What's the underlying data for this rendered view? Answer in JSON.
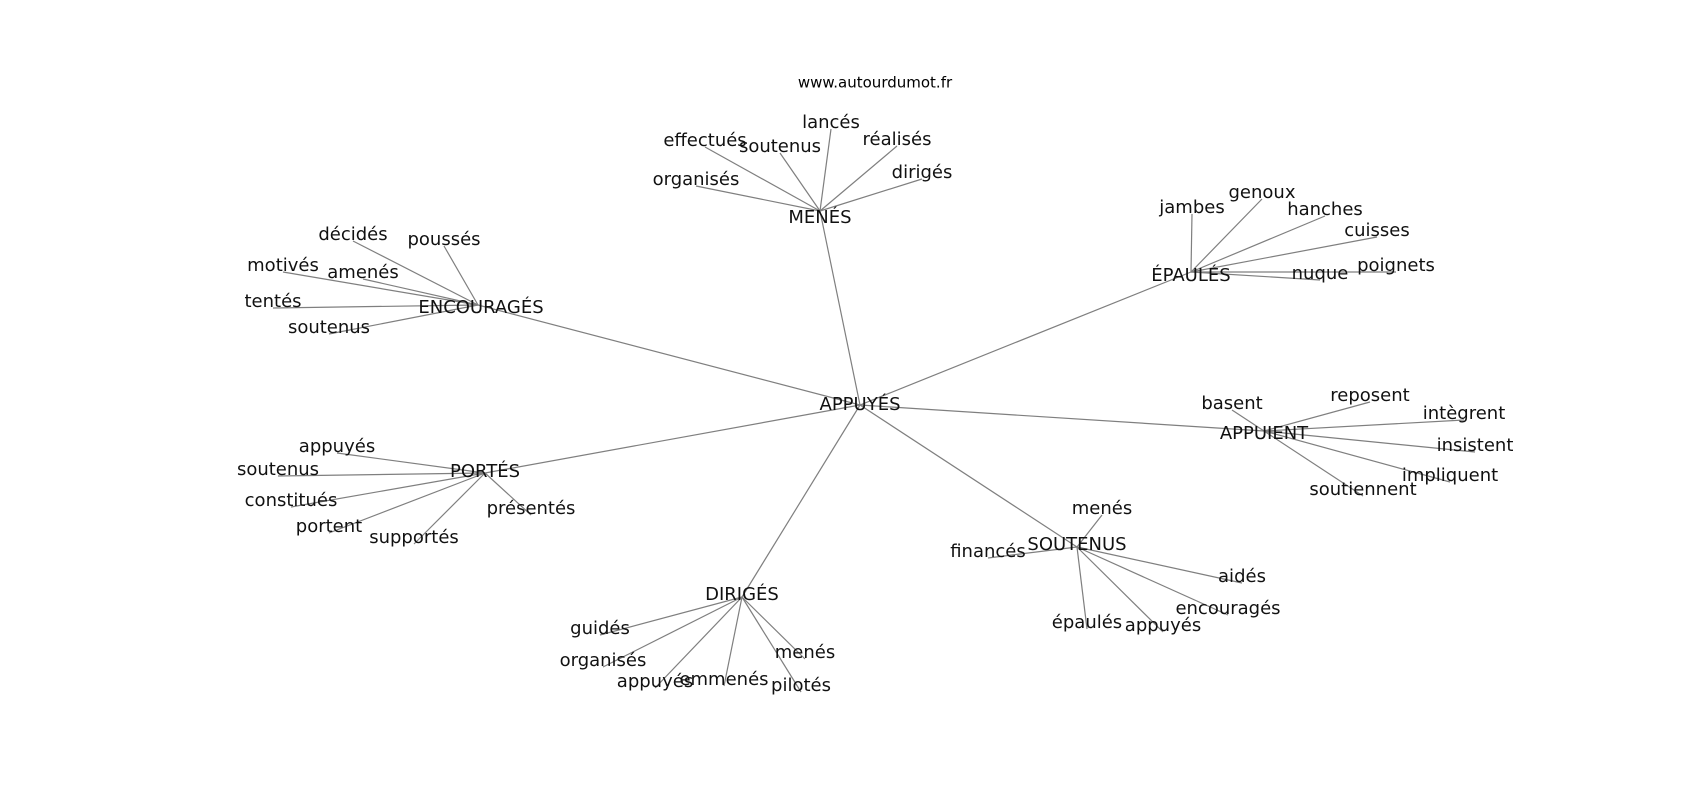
{
  "watermark": "www.autourdumot.fr",
  "graph": {
    "center": "APPUYÉS",
    "clusters": [
      {
        "hub": "MENÉS",
        "words": [
          "lancés",
          "effectués",
          "soutenus",
          "réalisés",
          "organisés",
          "dirigés"
        ]
      },
      {
        "hub": "ÉPAULÉS",
        "words": [
          "jambes",
          "genoux",
          "hanches",
          "cuisses",
          "poignets",
          "nuque"
        ]
      },
      {
        "hub": "ENCOURAGÉS",
        "words": [
          "décidés",
          "poussés",
          "motivés",
          "amenés",
          "tentés",
          "soutenus"
        ]
      },
      {
        "hub": "APPUIENT",
        "words": [
          "basent",
          "reposent",
          "intègrent",
          "insistent",
          "impliquent",
          "soutiennent"
        ]
      },
      {
        "hub": "PORTÉS",
        "words": [
          "appuyés",
          "soutenus",
          "constitués",
          "portent",
          "supportés",
          "présentés"
        ]
      },
      {
        "hub": "SOUTENUS",
        "words": [
          "menés",
          "financés",
          "aidés",
          "encouragés",
          "appuyés",
          "épaulés"
        ]
      },
      {
        "hub": "DIRIGÉS",
        "words": [
          "guidés",
          "organisés",
          "appuyés",
          "emmenés",
          "menés",
          "pilotés"
        ]
      }
    ]
  }
}
